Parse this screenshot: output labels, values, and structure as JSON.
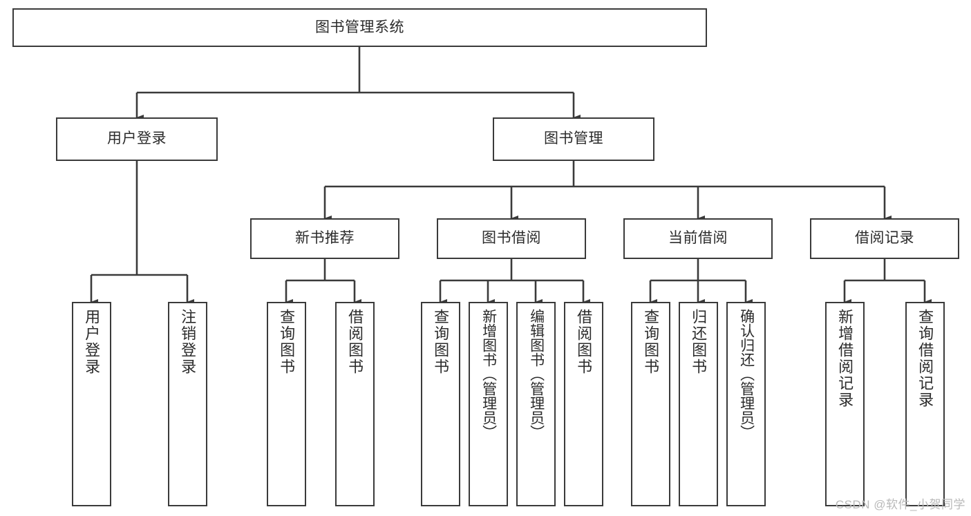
{
  "diagram": {
    "type": "tree-hierarchy-chart",
    "title": "图书管理系统",
    "watermark": "CSDN @软件_小贺同学",
    "colors": {
      "box_border": "#3a3a3a",
      "box_fill": "#ffffff",
      "connector": "#3a3a3a",
      "text": "#2b2b2b",
      "watermark": "#b9b9b9",
      "background": "#ffffff"
    },
    "root": {
      "label": "图书管理系统",
      "orientation": "horizontal"
    },
    "level2": [
      {
        "label": "用户登录",
        "orientation": "horizontal"
      },
      {
        "label": "图书管理",
        "orientation": "horizontal"
      }
    ],
    "level3": [
      {
        "label": "新书推荐",
        "orientation": "horizontal",
        "parent": "图书管理"
      },
      {
        "label": "图书借阅",
        "orientation": "horizontal",
        "parent": "图书管理"
      },
      {
        "label": "当前借阅",
        "orientation": "horizontal",
        "parent": "图书管理"
      },
      {
        "label": "借阅记录",
        "orientation": "horizontal",
        "parent": "图书管理"
      }
    ],
    "leaves": {
      "user_login": [
        {
          "label": "用户登录",
          "orientation": "vertical"
        },
        {
          "label": "注销登录",
          "orientation": "vertical"
        }
      ],
      "new_book_recommend": [
        {
          "label": "查询图书",
          "orientation": "vertical"
        },
        {
          "label": "借阅图书",
          "orientation": "vertical"
        }
      ],
      "book_borrow": [
        {
          "label": "查询图书",
          "orientation": "vertical"
        },
        {
          "label": "新增图书（管理员）",
          "orientation": "vertical"
        },
        {
          "label": "编辑图书（管理员）",
          "orientation": "vertical"
        },
        {
          "label": "借阅图书",
          "orientation": "vertical"
        }
      ],
      "current_borrow": [
        {
          "label": "查询图书",
          "orientation": "vertical"
        },
        {
          "label": "归还图书",
          "orientation": "vertical"
        },
        {
          "label": "确认归还（管理员）",
          "orientation": "vertical"
        }
      ],
      "borrow_record": [
        {
          "label": "新增借阅记录",
          "orientation": "vertical"
        },
        {
          "label": "查询借阅记录",
          "orientation": "vertical"
        }
      ]
    }
  }
}
